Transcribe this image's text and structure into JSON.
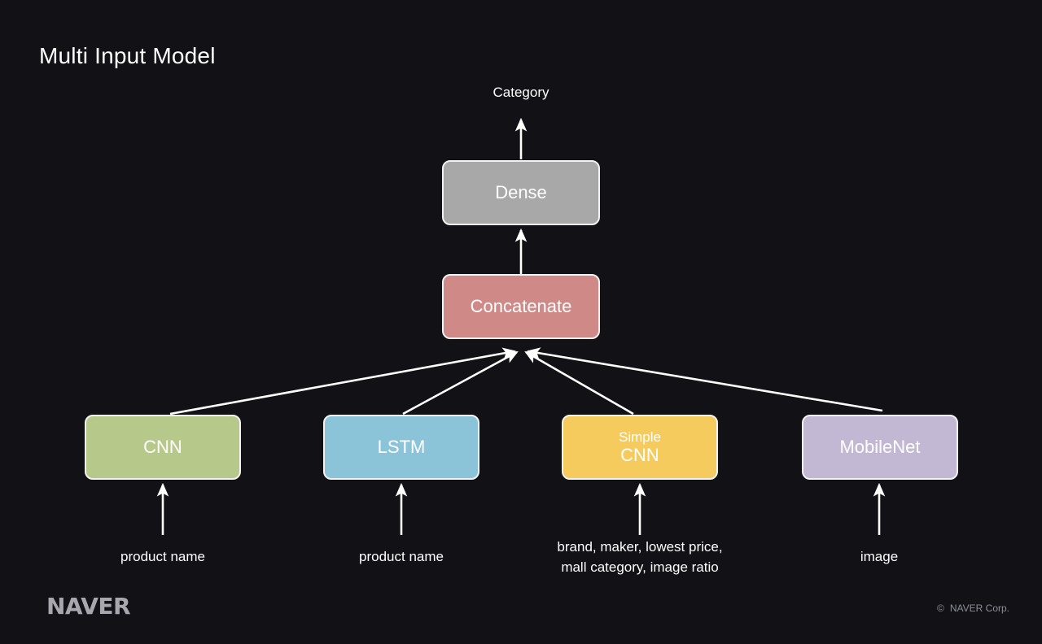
{
  "slide": {
    "title": "Multi Input Model",
    "background_color": "#111116"
  },
  "diagram": {
    "output_label": "Category",
    "nodes": [
      {
        "id": "dense",
        "label": "Dense",
        "sublabel": "",
        "color": "#a8a8a8"
      },
      {
        "id": "concatenate",
        "label": "Concatenate",
        "sublabel": "",
        "color": "#cf8a87"
      },
      {
        "id": "cnn",
        "label": "CNN",
        "sublabel": "",
        "color": "#b6c98a"
      },
      {
        "id": "lstm",
        "label": "LSTM",
        "sublabel": "",
        "color": "#8bc4d9"
      },
      {
        "id": "simple-cnn",
        "label": "CNN",
        "sublabel": "Simple",
        "color": "#f5cb5e"
      },
      {
        "id": "mobilenet",
        "label": "MobileNet",
        "sublabel": "",
        "color": "#c3b8d4"
      }
    ],
    "inputs": [
      {
        "id": "input-cnn",
        "label": "product name"
      },
      {
        "id": "input-lstm",
        "label": "product name"
      },
      {
        "id": "input-simple-cnn",
        "label": "brand, maker, lowest price,\nmall category, image ratio"
      },
      {
        "id": "input-mobilenet",
        "label": "image"
      }
    ],
    "edge_color": "#ffffff"
  },
  "footer": {
    "logo_text": "NAVER",
    "copyright_mark": "©",
    "copyright_text": "NAVER Corp."
  }
}
